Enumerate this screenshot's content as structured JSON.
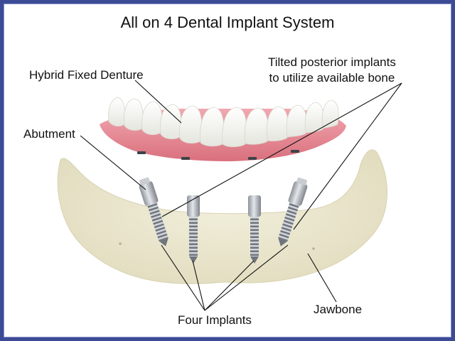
{
  "title": "All on 4 Dental Implant System",
  "labels": {
    "denture": "Hybrid Fixed Denture",
    "abutment": "Abutment",
    "tilted_line1": "Tilted posterior implants",
    "tilted_line2": "to utilize available bone",
    "four_implants": "Four Implants",
    "jawbone": "Jawbone"
  },
  "colors": {
    "frame": "#3d4a96",
    "gum": "#e58a95",
    "tooth": "#f7f7f2",
    "bone": "#ece8cf",
    "metal": "#a9aeb4"
  }
}
